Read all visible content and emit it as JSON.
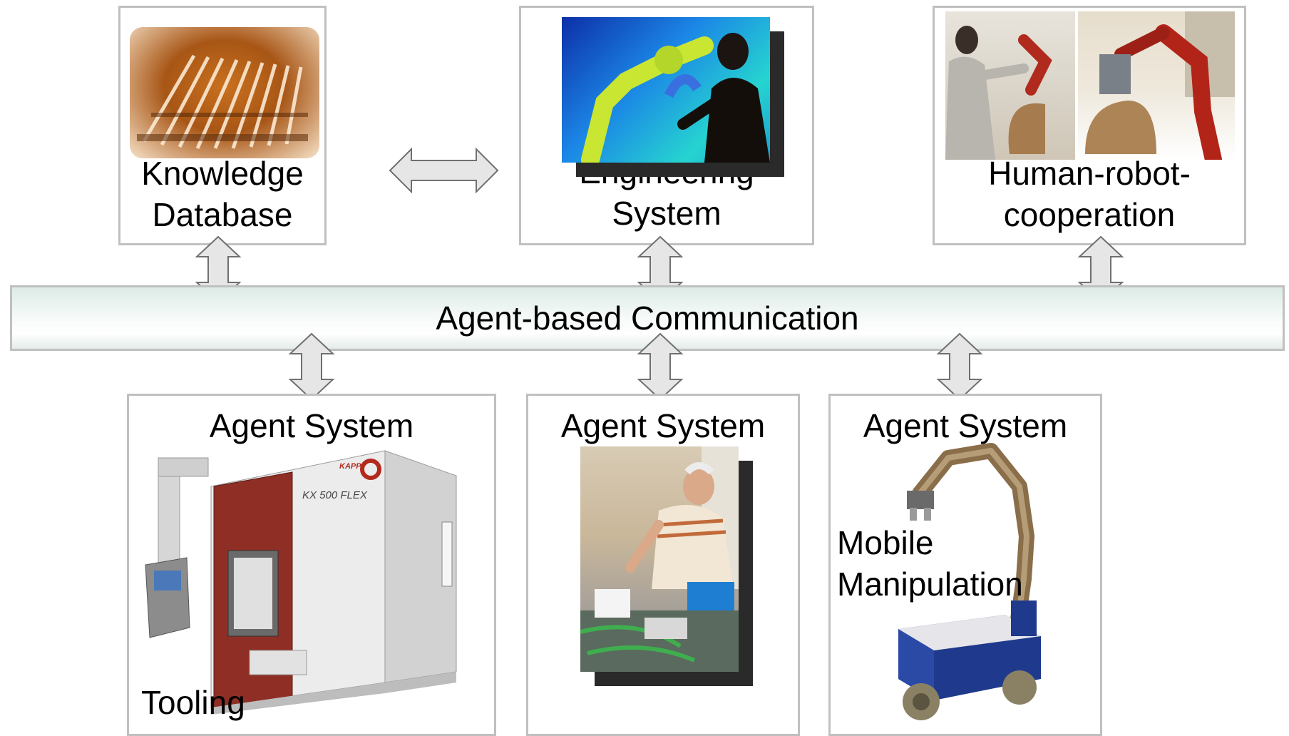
{
  "top_boxes": {
    "knowledge": {
      "line1": "Knowledge",
      "line2": "Database"
    },
    "engineering": {
      "line1": "Engineering",
      "line2": "System"
    },
    "human_robot": {
      "line1": "Human-robot-",
      "line2": "cooperation"
    }
  },
  "bus": {
    "label": "Agent-based Communication"
  },
  "bottom_boxes": {
    "tooling": {
      "heading": "Agent System",
      "caption": "Tooling",
      "machine_brand": "KAPP",
      "machine_model": "KX 500 FLEX"
    },
    "assembly": {
      "heading": "Agent System"
    },
    "mobile": {
      "heading": "Agent System",
      "caption_line1": "Mobile",
      "caption_line2": "Manipulation"
    }
  },
  "colors": {
    "box_border": "#c0c0c0",
    "arrow_fill": "#e6e6e6",
    "arrow_stroke": "#707070",
    "bus_tint": "#dcebe6"
  }
}
